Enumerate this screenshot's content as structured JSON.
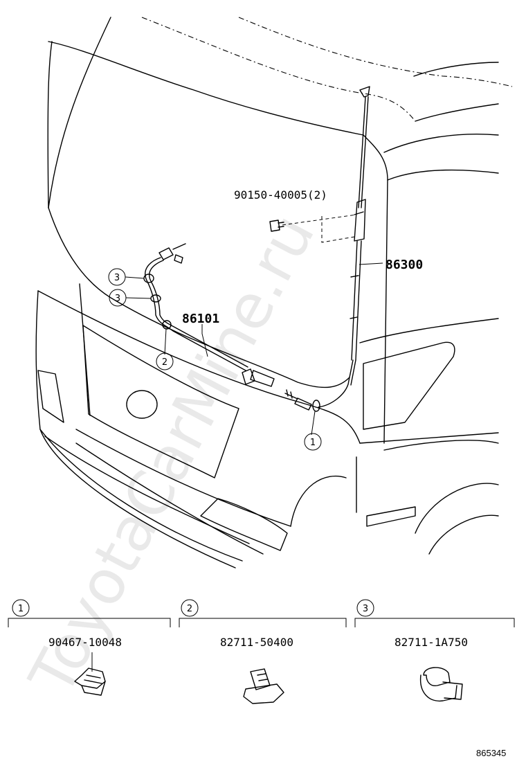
{
  "parts": {
    "bolt": "90150-40005(2)",
    "antenna": "86300",
    "cord": "86101"
  },
  "callouts": {
    "c1": "1",
    "c2": "2",
    "c3": "3"
  },
  "legend": [
    {
      "num": "1",
      "part": "90467-10048"
    },
    {
      "num": "2",
      "part": "82711-50400"
    },
    {
      "num": "3",
      "part": "82711-1A750"
    }
  ],
  "watermark": "ToyotaCarMine.ru",
  "figure_id": "865345"
}
